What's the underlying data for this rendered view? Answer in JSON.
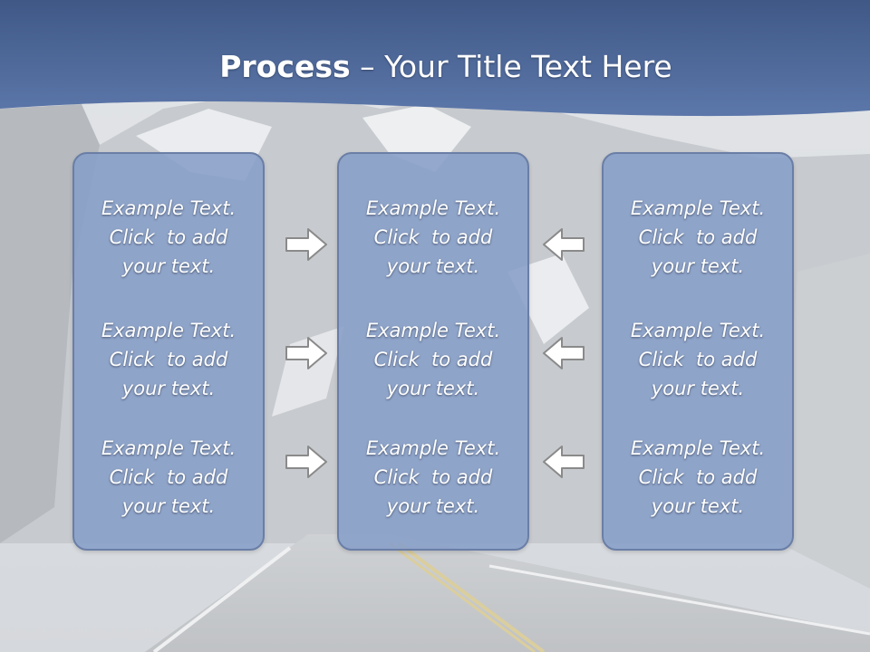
{
  "slide": {
    "title_bold": "Process",
    "title_rest": " – Your Title Text Here",
    "colors": {
      "header": "#4f6a9c",
      "panel_fill": "#8aa0c8",
      "panel_border": "#6a7ea6",
      "arrow_fill": "#ffffff",
      "arrow_stroke": "#8a8a8a"
    }
  },
  "columns": [
    {
      "items": [
        {
          "line1": "Example Text.",
          "line2": "Click  to add",
          "line3": "your text."
        },
        {
          "line1": "Example Text.",
          "line2": "Click  to add",
          "line3": "your text."
        },
        {
          "line1": "Example Text.",
          "line2": "Click  to add",
          "line3": "your text."
        }
      ]
    },
    {
      "items": [
        {
          "line1": "Example Text.",
          "line2": "Click  to add",
          "line3": "your text."
        },
        {
          "line1": "Example Text.",
          "line2": "Click  to add",
          "line3": "your text."
        },
        {
          "line1": "Example Text.",
          "line2": "Click  to add",
          "line3": "your text."
        }
      ]
    },
    {
      "items": [
        {
          "line1": "Example Text.",
          "line2": "Click  to add",
          "line3": "your text."
        },
        {
          "line1": "Example Text.",
          "line2": "Click  to add",
          "line3": "your text."
        },
        {
          "line1": "Example Text.",
          "line2": "Click  to add",
          "line3": "your text."
        }
      ]
    }
  ],
  "arrows": {
    "left_group": "right-arrow-icon",
    "right_group": "left-arrow-icon"
  }
}
